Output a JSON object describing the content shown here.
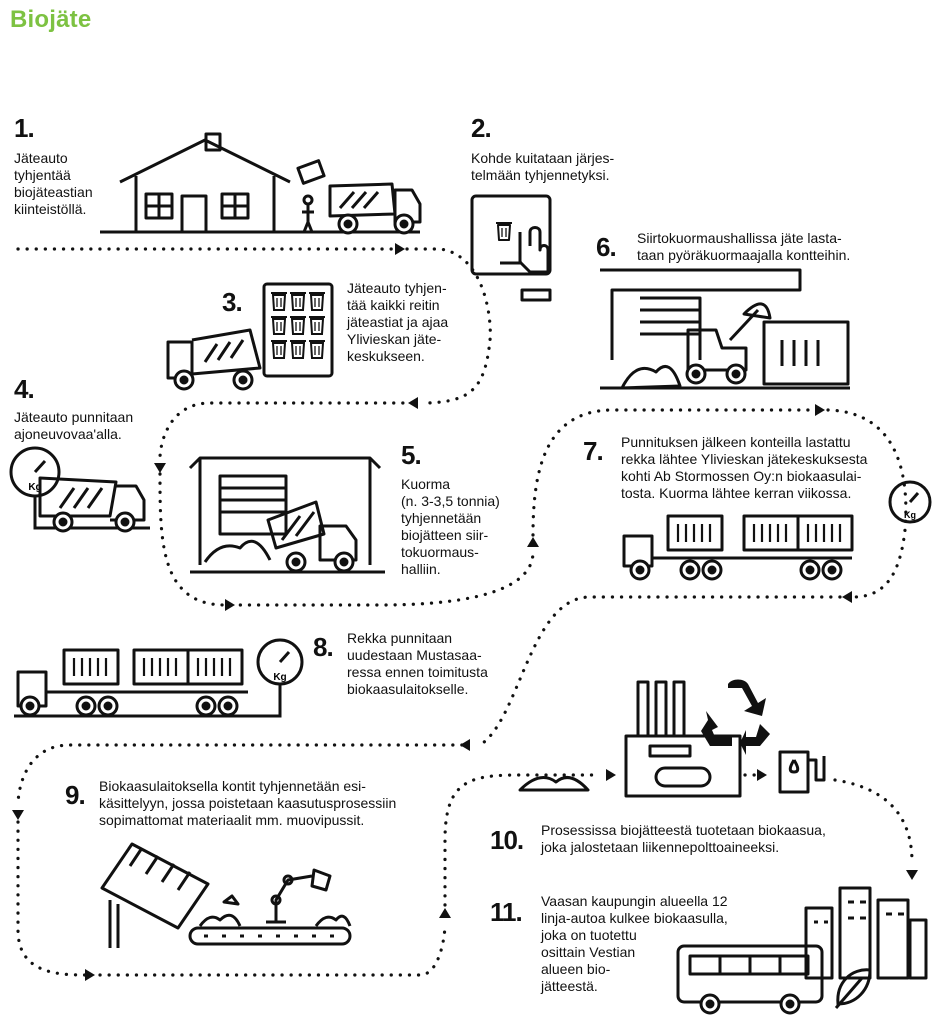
{
  "title": "Biojäte",
  "steps": [
    {
      "num": "1.",
      "text": "Jäteauto\ntyhjentää\nbiojäteastian\nkiinteistöllä."
    },
    {
      "num": "2.",
      "text": "Kohde kuitataan järjes-\ntelmään tyhjennetyksi."
    },
    {
      "num": "3.",
      "text": "Jäteauto tyhjen-\ntää kaikki reitin\njäteastiat ja ajaa\nYlivieskan jäte-\nkeskukseen."
    },
    {
      "num": "4.",
      "text": "Jäteauto punnitaan\najoneuvovaa'alla."
    },
    {
      "num": "5.",
      "text": "Kuorma\n(n. 3-3,5 tonnia)\ntyhjennetään\nbiojätteen siir-\ntokuormaus-\nhalliin."
    },
    {
      "num": "6.",
      "text": "Siirtokuormaushallissa jäte lasta-\ntaan pyöräkuormaajalla kontteihin."
    },
    {
      "num": "7.",
      "text": "Punnituksen jälkeen konteilla lastattu\nrekka lähtee Ylivieskan jätekeskuksesta\nkohti Ab Stormossen Oy:n biokaasulai-\ntosta. Kuorma lähtee kerran viikossa."
    },
    {
      "num": "8.",
      "text": "Rekka punnitaan\nuudestaan Mustasaa-\nressa ennen toimitusta\nbiokaasulaitokselle."
    },
    {
      "num": "9.",
      "text": "Biokaasulaitoksella kontit tyhjennetään esi-\nkäsittelyyn, jossa poistetaan kaasutusprosessiin\nsopimattomat materiaalit mm. muovipussit."
    },
    {
      "num": "10.",
      "text": "Prosessissa biojätteestä tuotetaan biokaasua,\njoka jalostetaan liikennepolttoaineeksi."
    },
    {
      "num": "11.",
      "text": "Vaasan kaupungin alueella 12\nlinja-autoa kulkee biokaasulla,\njoka on tuotettu\nosittain Vestian\nalueen bio-\njätteestä."
    }
  ],
  "icons": {
    "scale": "Kg"
  },
  "colors": {
    "accent": "#7dc242",
    "ink": "#111111"
  }
}
